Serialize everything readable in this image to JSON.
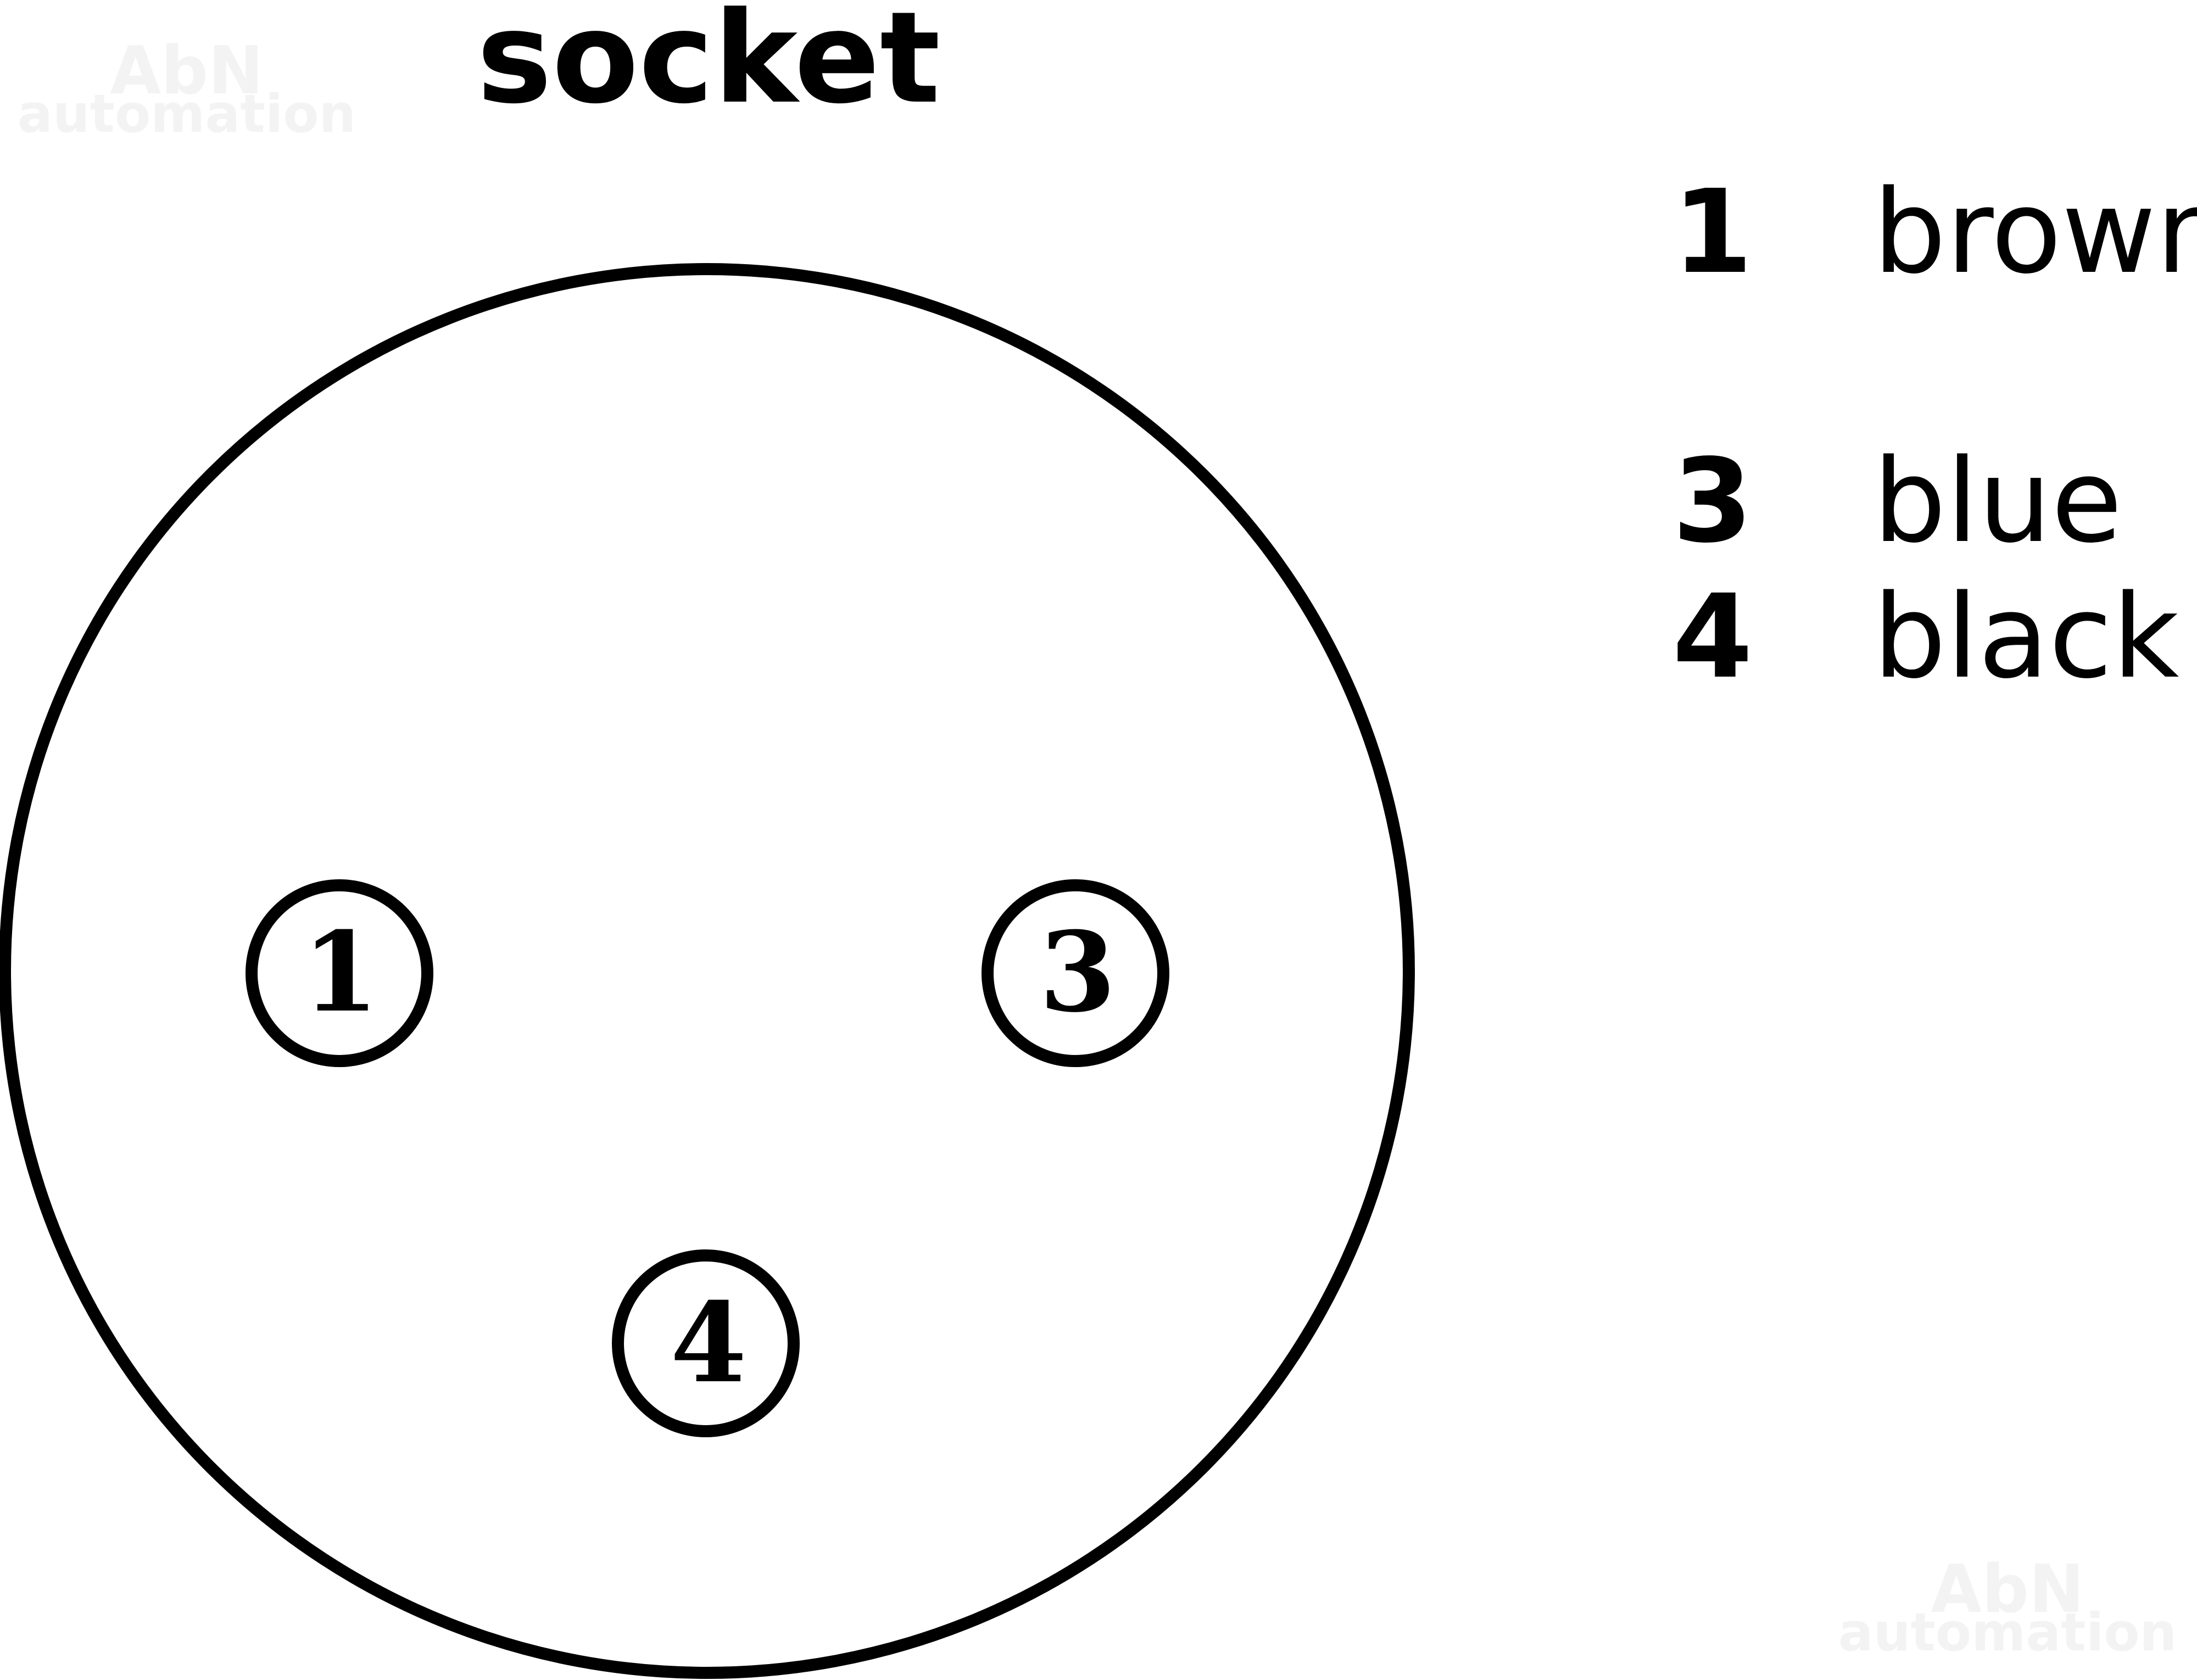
{
  "title": "socket",
  "watermark": {
    "line1": "AbN",
    "line2": "automation"
  },
  "pins": [
    {
      "number": "1"
    },
    {
      "number": "3"
    },
    {
      "number": "4"
    }
  ],
  "legend": [
    {
      "number": "1",
      "color": "brown"
    },
    {
      "number": "3",
      "color": "blue"
    },
    {
      "number": "4",
      "color": "black"
    }
  ]
}
